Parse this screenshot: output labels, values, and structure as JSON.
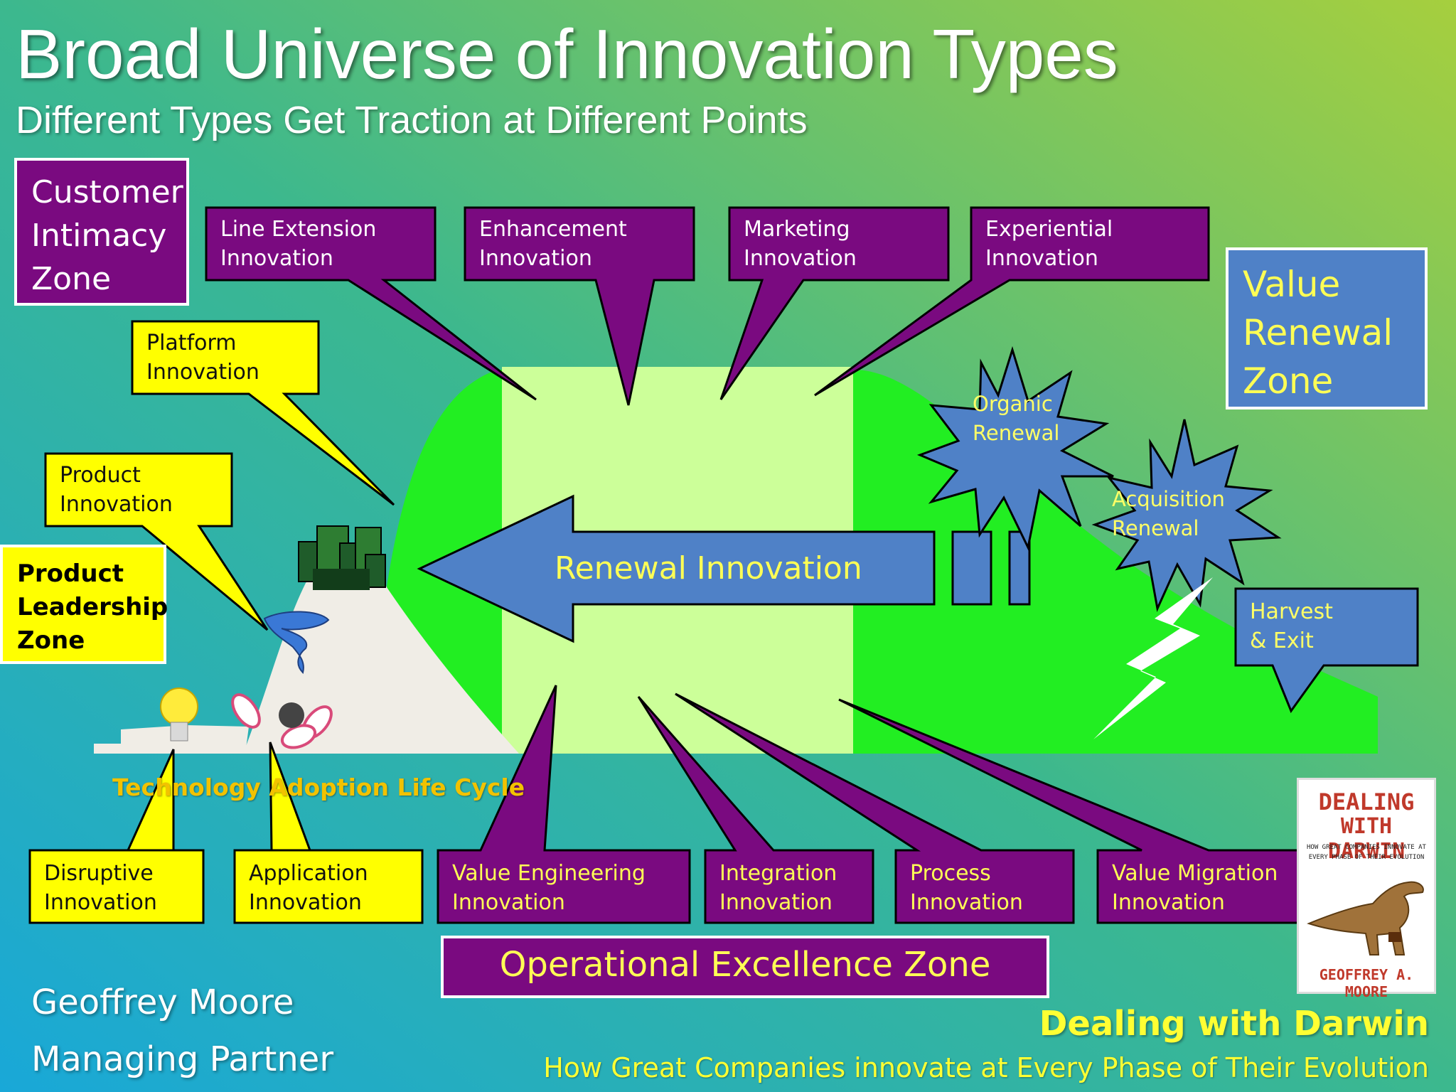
{
  "title": "Broad Universe of Innovation Types",
  "subtitle": "Different Types Get Traction at Different Points",
  "zones": {
    "customer_intimacy": [
      "Customer",
      "Intimacy",
      "Zone"
    ],
    "value_renewal": [
      "Value",
      "Renewal",
      "Zone"
    ],
    "product_leadership": [
      "Product",
      "Leadership",
      "Zone"
    ],
    "operational_excellence": "Operational Excellence Zone"
  },
  "callouts_top": [
    {
      "line1": "Line Extension",
      "line2": "Innovation"
    },
    {
      "line1": "Enhancement",
      "line2": "Innovation"
    },
    {
      "line1": "Marketing",
      "line2": "Innovation"
    },
    {
      "line1": "Experiential",
      "line2": "Innovation"
    }
  ],
  "callouts_yellow": [
    {
      "line1": "Platform",
      "line2": "Innovation"
    },
    {
      "line1": "Product",
      "line2": "Innovation"
    },
    {
      "line1": "Disruptive",
      "line2": "Innovation"
    },
    {
      "line1": "Application",
      "line2": "Innovation"
    }
  ],
  "callouts_bottom": [
    {
      "line1": "Value Engineering",
      "line2": "Innovation"
    },
    {
      "line1": "Integration",
      "line2": "Innovation"
    },
    {
      "line1": "Process",
      "line2": "Innovation"
    },
    {
      "line1": "Value Migration",
      "line2": "Innovation"
    }
  ],
  "stars": [
    {
      "line1": "Organic",
      "line2": "Renewal"
    },
    {
      "line1": "Acquisition",
      "line2": "Renewal"
    }
  ],
  "harvest": {
    "line1": "Harvest",
    "line2": "& Exit"
  },
  "renewal_arrow_label": "Renewal Innovation",
  "lifecycle_label": "Technology Adoption Life Cycle",
  "author": {
    "name": "Geoffrey Moore",
    "role": "Managing Partner"
  },
  "book": {
    "title": "Dealing with Darwin",
    "subtitle": "How Great Companies  innovate at Every Phase of Their Evolution",
    "cover_title_1": "DEALING",
    "cover_title_2": "WITH DARWIN",
    "cover_tagline": "HOW GREAT COMPANIES INNOVATE AT EVERY PHASE OF THEIR EVOLUTION",
    "cover_author": "GEOFFREY A. MOORE"
  },
  "icons": [
    "skyscrapers-icon",
    "tornado-icon",
    "lightbulb-icon",
    "bowling-pins-icon",
    "lightning-bolt-icon",
    "dinosaur-icon"
  ],
  "colors": {
    "purple": "#7a0a80",
    "yellow": "#ffff00",
    "blue": "#4f81c7",
    "bright_green": "#22ee22",
    "light_green": "#ccff99",
    "mountain": "#f0ede6"
  }
}
